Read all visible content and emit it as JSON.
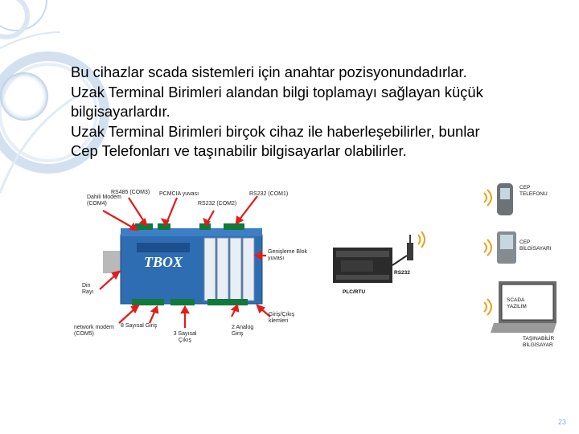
{
  "slide": {
    "lines": [
      "Bu cihazlar scada sistemleri için anahtar pozisyonundadırlar.",
      "Uzak Terminal Birimleri alandan bilgi toplamayı sağlayan küçük",
      "bilgisayarlardır.",
      "Uzak Terminal Birimleri birçok cihaz ile haberleşebilirler, bunlar",
      "Cep Telefonları ve taşınabilir bilgisayarlar olabilirler."
    ],
    "page_number": "23"
  },
  "rtu_diagram": {
    "device_brand": "TBOX",
    "labels": [
      "Dahili Modem (COM4)",
      "RS485 (COM3)",
      "PCMCIA yuvası",
      "RS232 (COM2)",
      "RS232 (COM1)",
      "Genişleme Blok yuvası",
      "Din Rayı",
      "Giriş/Çıkış klemleri",
      "network modem (COM5)",
      "8 Sayısal Giriş",
      "3 Sayısal Çıkış",
      "2 Analog Giriş"
    ]
  },
  "network_diagram": {
    "plc_label": "PLC/RTU",
    "port_label": "RS232",
    "devices": [
      {
        "label": "CEP TELEFONU",
        "icon": "mobile-phone-icon"
      },
      {
        "label": "CEP BİLGİSAYARI",
        "icon": "pda-icon"
      },
      {
        "label": "TAŞINABİLİR BİLGİSAYAR",
        "icon": "laptop-icon"
      }
    ],
    "screen_text": "SCADA YAZILIM"
  },
  "colors": {
    "deco_ring": "#c9d9ec",
    "deco_ring_dark": "#a9c1de",
    "arrow": "#e21b1b",
    "device_blue": "#2f6db3"
  }
}
